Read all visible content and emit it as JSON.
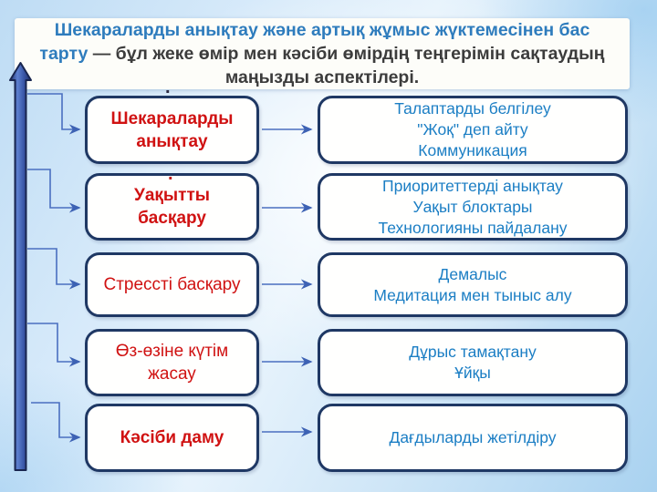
{
  "slide": {
    "title": {
      "highlight": "Шекараларды анықтау және артық жұмыс жүктемесінен бас тарту",
      "rest": " — бұл жеке өмір мен кәсіби өмірдің теңгерімін сақтаудың маңызды аспектілері."
    },
    "rows": [
      {
        "left": "Шекараларды\nанықтау",
        "right": "Талаптарды белгілеу\n\"Жоқ\" деп айту\nКоммуникация",
        "dot": "."
      },
      {
        "left": "Уақытты\nбасқару",
        "right": "Приоритеттерді анықтау\nУақыт блоктары\nТехнологияны пайдалану",
        "dot": "."
      },
      {
        "left": "Стрессті басқару",
        "right": "Демалыс\nМедитация мен тыныс алу"
      },
      {
        "left": "Өз-өзіне күтім\nжасау",
        "right": "Дұрыс тамақтану\nҰйқы"
      },
      {
        "left": "Кәсіби даму",
        "right": "Дағдыларды жетілдіру"
      }
    ],
    "colors": {
      "title_highlight": "#2e7cbd",
      "title_text": "#3c3c3c",
      "left_box_text": "#d01212",
      "right_box_text": "#1b7ec4",
      "box_border": "#1f3864",
      "connector_line": "#4a6fc0",
      "arrowhead": "#3d62b4",
      "big_arrow_fill": "#3a57a8",
      "background_base": "#cfe6f7"
    }
  }
}
